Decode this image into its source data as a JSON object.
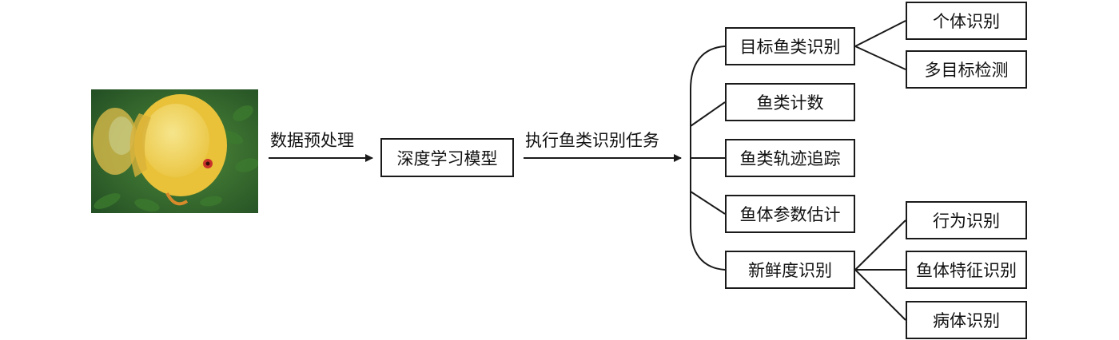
{
  "colors": {
    "line": "#1a1a1a",
    "water_dark": "#1f4a22",
    "water_mid": "#4f8a3a",
    "fish_body": "#e9c23a",
    "fish_light": "#f6e58c",
    "fish_eye": "#c8322a"
  },
  "flow": {
    "step1_label": "数据预处理",
    "model_label": "深度学习模型",
    "step2_label": "执行鱼类识别任务"
  },
  "tasks": {
    "target_recognition": "目标鱼类识别",
    "fish_counting": "鱼类计数",
    "trajectory_tracking": "鱼类轨迹追踪",
    "parameter_estimation": "鱼体参数估计",
    "freshness_recognition": "新鲜度识别"
  },
  "subtasks": {
    "individual_recognition": "个体识别",
    "multi_object_detection": "多目标检测",
    "behavior_recognition": "行为识别",
    "body_feature_recognition": "鱼体特征识别",
    "disease_recognition": "病体识别"
  }
}
